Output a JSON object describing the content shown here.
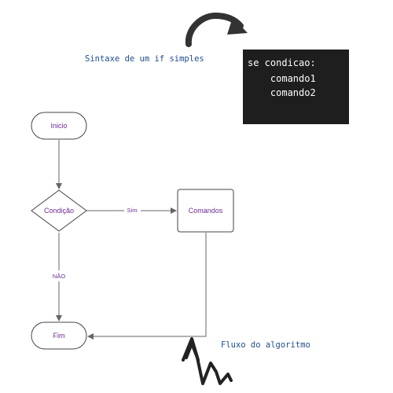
{
  "captions": {
    "syntax": "Sintaxe de um if simples",
    "flow": "Fluxo do algoritmo"
  },
  "code": {
    "line1": "se condicao:",
    "line2": "    comando1",
    "line3": "    comando2"
  },
  "flowchart": {
    "start": "Inicio",
    "decision": "Condição",
    "process": "Comandos",
    "end": "Fim",
    "yes_label": "Sim",
    "no_label": "NÃO"
  },
  "colors": {
    "node_text": "#6b2a8f",
    "caption_text": "#1f4e8c",
    "code_background": "#1e1e1e",
    "lines": "#666666",
    "arrows": "#333333"
  },
  "icons": {
    "top_arrow": "curved-arrow-icon",
    "bottom_arrow": "squiggle-arrow-icon"
  }
}
